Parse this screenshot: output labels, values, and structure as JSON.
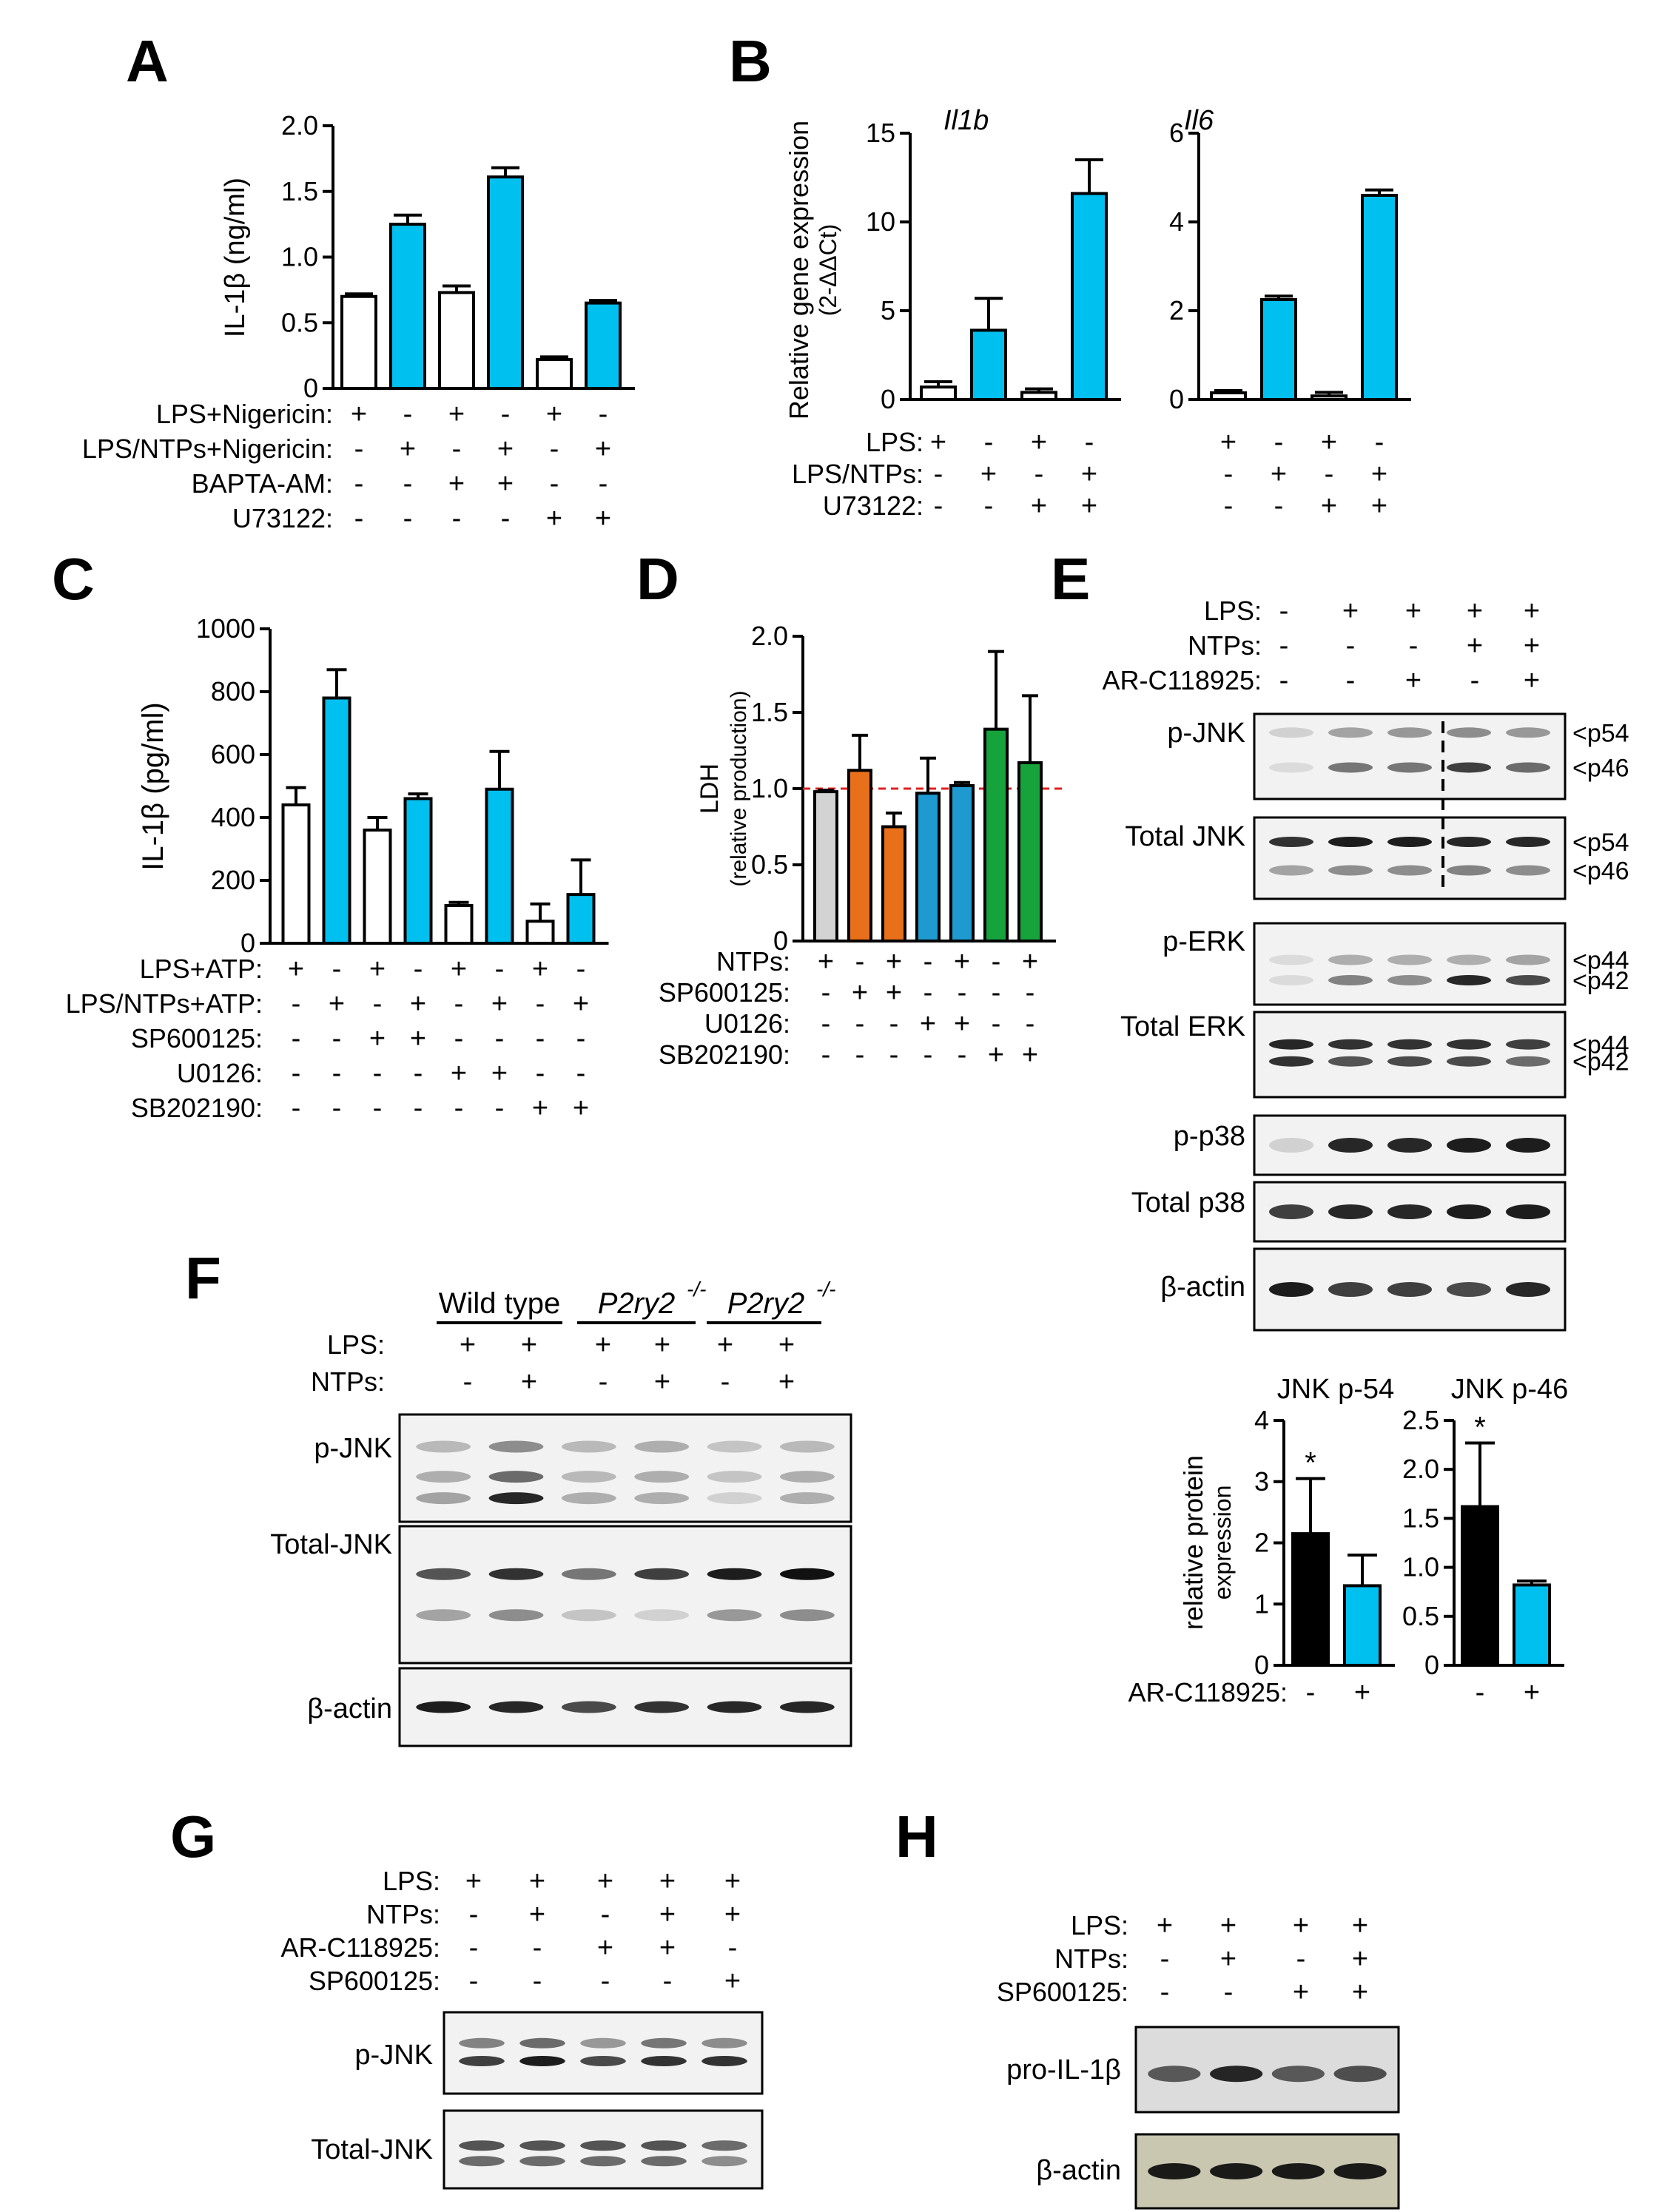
{
  "colors": {
    "cyan": "#00c0f0",
    "white": "#ffffff",
    "black": "#000000",
    "grey": "#d3d3d3",
    "orange": "#e8701a",
    "blue": "#1e9ad0",
    "green": "#17a33b",
    "refline": "#e02020"
  },
  "panel_labels": {
    "A": "A",
    "B": "B",
    "C": "C",
    "D": "D",
    "E": "E",
    "F": "F",
    "G": "G",
    "H": "H"
  },
  "chart_data": [
    {
      "id": "A",
      "type": "bar",
      "ylabel": "IL-1β (ng/ml)",
      "ylim": [
        0,
        2.0
      ],
      "yticks": [
        "0",
        "0.5",
        "1.0",
        "1.5",
        "2.0"
      ],
      "values": [
        0.7,
        1.25,
        0.73,
        1.61,
        0.22,
        0.65
      ],
      "errors": [
        0.02,
        0.07,
        0.05,
        0.07,
        0.02,
        0.02
      ],
      "colors": [
        "white",
        "cyan",
        "white",
        "cyan",
        "white",
        "cyan"
      ],
      "conditions": [
        {
          "label": "LPS+Nigericin:",
          "signs": [
            "+",
            "-",
            "+",
            "-",
            "+",
            "-"
          ]
        },
        {
          "label": "LPS/NTPs+Nigericin:",
          "signs": [
            "-",
            "+",
            "-",
            "+",
            "-",
            "+"
          ]
        },
        {
          "label": "BAPTA-AM:",
          "signs": [
            "-",
            "-",
            "+",
            "+",
            "-",
            "-"
          ]
        },
        {
          "label": "U73122:",
          "signs": [
            "-",
            "-",
            "-",
            "-",
            "+",
            "+"
          ]
        }
      ]
    },
    {
      "id": "B1",
      "type": "bar",
      "title": "Il1b",
      "ylabel": "Relative gene expression",
      "ylabel2": "(2-ΔΔCt)",
      "ylim": [
        0,
        15
      ],
      "yticks": [
        "0",
        "5",
        "10",
        "15"
      ],
      "values": [
        0.7,
        3.9,
        0.4,
        11.6
      ],
      "errors": [
        0.3,
        1.8,
        0.2,
        1.9
      ],
      "colors": [
        "white",
        "cyan",
        "white",
        "cyan"
      ],
      "conditions": [
        {
          "label": "LPS:",
          "signs": [
            "+",
            "-",
            "+",
            "-"
          ]
        },
        {
          "label": "LPS/NTPs:",
          "signs": [
            "-",
            "+",
            "-",
            "+"
          ]
        },
        {
          "label": "U73122:",
          "signs": [
            "-",
            "-",
            "+",
            "+"
          ]
        }
      ]
    },
    {
      "id": "B2",
      "type": "bar",
      "title": "Il6",
      "ylim": [
        0,
        6
      ],
      "yticks": [
        "0",
        "2",
        "4",
        "6"
      ],
      "values": [
        0.15,
        2.25,
        0.08,
        4.6
      ],
      "errors": [
        0.05,
        0.08,
        0.08,
        0.12
      ],
      "colors": [
        "white",
        "cyan",
        "white",
        "cyan"
      ],
      "conditions": [
        {
          "signs": [
            "+",
            "-",
            "+",
            "-"
          ]
        },
        {
          "signs": [
            "-",
            "+",
            "-",
            "+"
          ]
        },
        {
          "signs": [
            "-",
            "-",
            "+",
            "+"
          ]
        }
      ]
    },
    {
      "id": "C",
      "type": "bar",
      "ylabel": "IL-1β (pg/ml)",
      "ylim": [
        0,
        1000
      ],
      "yticks": [
        "0",
        "200",
        "400",
        "600",
        "800",
        "1000"
      ],
      "values": [
        440,
        780,
        360,
        460,
        120,
        490,
        70,
        155
      ],
      "errors": [
        55,
        90,
        40,
        15,
        10,
        120,
        55,
        110
      ],
      "colors": [
        "white",
        "cyan",
        "white",
        "cyan",
        "white",
        "cyan",
        "white",
        "cyan"
      ],
      "conditions": [
        {
          "label": "LPS+ATP:",
          "signs": [
            "+",
            "-",
            "+",
            "-",
            "+",
            "-",
            "+",
            "-"
          ]
        },
        {
          "label": "LPS/NTPs+ATP:",
          "signs": [
            "-",
            "+",
            "-",
            "+",
            "-",
            "+",
            "-",
            "+"
          ]
        },
        {
          "label": "SP600125:",
          "signs": [
            "-",
            "-",
            "+",
            "+",
            "-",
            "-",
            "-",
            "-"
          ]
        },
        {
          "label": "U0126:",
          "signs": [
            "-",
            "-",
            "-",
            "-",
            "+",
            "+",
            "-",
            "-"
          ]
        },
        {
          "label": "SB202190:",
          "signs": [
            "-",
            "-",
            "-",
            "-",
            "-",
            "-",
            "+",
            "+"
          ]
        }
      ]
    },
    {
      "id": "D",
      "type": "bar",
      "ylabel": "LDH",
      "ylabel2": "(relative production)",
      "ylim": [
        0,
        2.0
      ],
      "yticks": [
        "0",
        "0.5",
        "1.0",
        "1.5",
        "2.0"
      ],
      "refline": 1.0,
      "values": [
        0.98,
        1.12,
        0.75,
        0.97,
        1.02,
        1.39,
        1.17
      ],
      "errors": [
        0.01,
        0.23,
        0.09,
        0.23,
        0.02,
        0.51,
        0.44
      ],
      "colors": [
        "grey",
        "orange",
        "orange",
        "blue",
        "blue",
        "green",
        "green"
      ],
      "conditions": [
        {
          "label": "NTPs:",
          "signs": [
            "+",
            "-",
            "+",
            "-",
            "+",
            "-",
            "+"
          ]
        },
        {
          "label": "SP600125:",
          "signs": [
            "-",
            "+",
            "+",
            "-",
            "-",
            "-",
            "-"
          ]
        },
        {
          "label": "U0126:",
          "signs": [
            "-",
            "-",
            "-",
            "+",
            "+",
            "-",
            "-"
          ]
        },
        {
          "label": "SB202190:",
          "signs": [
            "-",
            "-",
            "-",
            "-",
            "-",
            "+",
            "+"
          ]
        }
      ]
    },
    {
      "id": "E1",
      "type": "bar",
      "title": "JNK p-54",
      "ylabel": "relative protein",
      "ylabel2": "expression",
      "ylim": [
        0,
        4
      ],
      "yticks": [
        "0",
        "1",
        "2",
        "3",
        "4"
      ],
      "values": [
        2.15,
        1.3
      ],
      "errors": [
        0.9,
        0.5
      ],
      "colors": [
        "black",
        "cyan"
      ],
      "star": "*",
      "conditions": [
        {
          "label": "AR-C118925:",
          "signs": [
            "-",
            "+"
          ]
        }
      ]
    },
    {
      "id": "E2",
      "type": "bar",
      "title": "JNK p-46",
      "ylim": [
        0,
        2.5
      ],
      "yticks": [
        "0",
        "0.5",
        "1.0",
        "1.5",
        "2.0",
        "2.5"
      ],
      "values": [
        1.62,
        0.82
      ],
      "errors": [
        0.65,
        0.04
      ],
      "colors": [
        "black",
        "cyan"
      ],
      "star": "*",
      "conditions": [
        {
          "signs": [
            "-",
            "+"
          ]
        }
      ]
    }
  ],
  "blots": {
    "E": {
      "conditions": [
        {
          "label": "LPS:",
          "signs": [
            "-",
            "+",
            "+",
            "+",
            "+"
          ]
        },
        {
          "label": "NTPs:",
          "signs": [
            "-",
            "-",
            "-",
            "+",
            "+"
          ]
        },
        {
          "label": "AR-C118925:",
          "signs": [
            "-",
            "-",
            "+",
            "-",
            "+"
          ]
        }
      ],
      "rows": [
        {
          "label": "p-JNK",
          "bands": [
            "<p54",
            "<p46"
          ]
        },
        {
          "label": "Total JNK",
          "bands": [
            "<p54",
            "<p46"
          ]
        },
        {
          "label": "p-ERK",
          "bands": [
            "<p44",
            "<p42"
          ]
        },
        {
          "label": "Total  ERK",
          "bands": [
            "<p44",
            "<p42"
          ]
        },
        {
          "label": "p-p38",
          "bands": []
        },
        {
          "label": "Total p38",
          "bands": []
        },
        {
          "label": "β-actin",
          "bands": []
        }
      ]
    },
    "F": {
      "groups": [
        "Wild type",
        "P2ry2",
        "P2ry2"
      ],
      "group_sup": "-/-",
      "conditions": [
        {
          "label": "LPS:",
          "signs": [
            "+",
            "+",
            "+",
            "+",
            "+",
            "+"
          ]
        },
        {
          "label": "NTPs:",
          "signs": [
            "-",
            "+",
            "-",
            "+",
            "-",
            "+"
          ]
        }
      ],
      "rows": [
        {
          "label": "p-JNK"
        },
        {
          "label": "Total-JNK"
        },
        {
          "label": "β-actin"
        }
      ]
    },
    "G": {
      "conditions": [
        {
          "label": "LPS:",
          "signs": [
            "+",
            "+",
            "+",
            "+",
            "+"
          ]
        },
        {
          "label": "NTPs:",
          "signs": [
            "-",
            "+",
            "-",
            "+",
            "+"
          ]
        },
        {
          "label": "AR-C118925:",
          "signs": [
            "-",
            "-",
            "+",
            "+",
            "-"
          ]
        },
        {
          "label": "SP600125:",
          "signs": [
            "-",
            "-",
            "-",
            "-",
            "+"
          ]
        }
      ],
      "rows": [
        {
          "label": "p-JNK"
        },
        {
          "label": "Total-JNK"
        }
      ]
    },
    "H": {
      "conditions": [
        {
          "label": "LPS:",
          "signs": [
            "+",
            "+",
            "+",
            "+"
          ]
        },
        {
          "label": "NTPs:",
          "signs": [
            "-",
            "+",
            "-",
            "+"
          ]
        },
        {
          "label": "SP600125:",
          "signs": [
            "-",
            "-",
            "+",
            "+"
          ]
        }
      ],
      "rows": [
        {
          "label": "pro-IL-1β"
        },
        {
          "label": "β-actin"
        }
      ]
    }
  }
}
